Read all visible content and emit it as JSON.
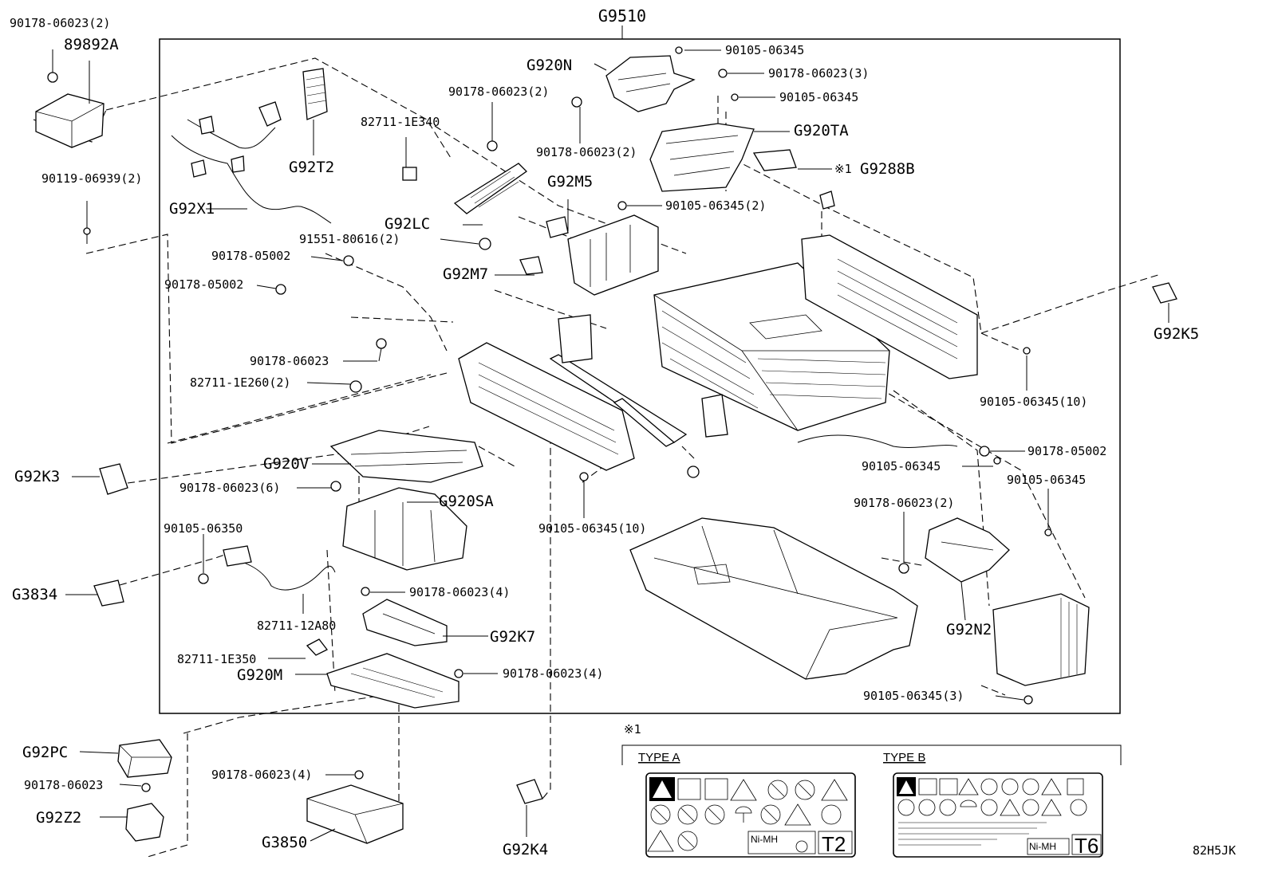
{
  "assembly_title": "G9510",
  "figure_code": "82H5JK",
  "note_mark": "※1",
  "labels": {
    "top_left_washer": "90178-06023(2)",
    "top_left_part": "89892A",
    "left_bolt": "90119-06939(2)",
    "g92x1": "G92X1",
    "g92t2": "G92T2",
    "clip_82711_1e340": "82711-1E340",
    "nut_2_top": "90178-06023(2)",
    "g92lc": "G92LC",
    "nut_91551": "91551-80616(2)",
    "g92m7": "G92M7",
    "g92m5": "G92M5",
    "nut_05002_a": "90178-05002",
    "nut_05002_b": "90178-05002",
    "nut_06023_single": "90178-06023",
    "clip_82711_1e260": "82711-1E260(2)",
    "g920n": "G920N",
    "bolt_06345_top": "90105-06345",
    "nut_06023_3": "90178-06023(3)",
    "bolt_06345_mid": "90105-06345",
    "g920ta": "G920TA",
    "nut_06023_2_mid": "90178-06023(2)",
    "g9288b": "G9288B",
    "bolt_06345_2": "90105-06345(2)",
    "g92k5": "G92K5",
    "bolt_06345_10_right": "90105-06345(10)",
    "nut_05002_right": "90178-05002",
    "bolt_06345_r1": "90105-06345",
    "bolt_06345_r2": "90105-06345",
    "nut_06023_2_right": "90178-06023(2)",
    "g92n2": "G92N2",
    "bolt_06345_3": "90105-06345(3)",
    "g92k3": "G92K3",
    "g920v": "G920V",
    "nut_06023_6": "90178-06023(6)",
    "g920sa": "G920SA",
    "bolt_06345_10_center": "90105-06345(10)",
    "bolt_06350": "90105-06350",
    "g3834": "G3834",
    "clip_82711_12a80": "82711-12A80",
    "nut_06023_4_a": "90178-06023(4)",
    "g92k7": "G92K7",
    "clip_82711_1e350": "82711-1E350",
    "g920m": "G920M",
    "nut_06023_4_b": "90178-06023(4)",
    "g92pc": "G92PC",
    "nut_06023_bottom": "90178-06023",
    "g92z2": "G92Z2",
    "nut_06023_4_c": "90178-06023(4)",
    "g3850": "G3850",
    "g92k4": "G92K4"
  },
  "legend": {
    "type_a": "TYPE A",
    "type_b": "TYPE B",
    "type_a_code": "T2",
    "type_b_code": "T6",
    "battery_chem": "Ni-MH"
  }
}
